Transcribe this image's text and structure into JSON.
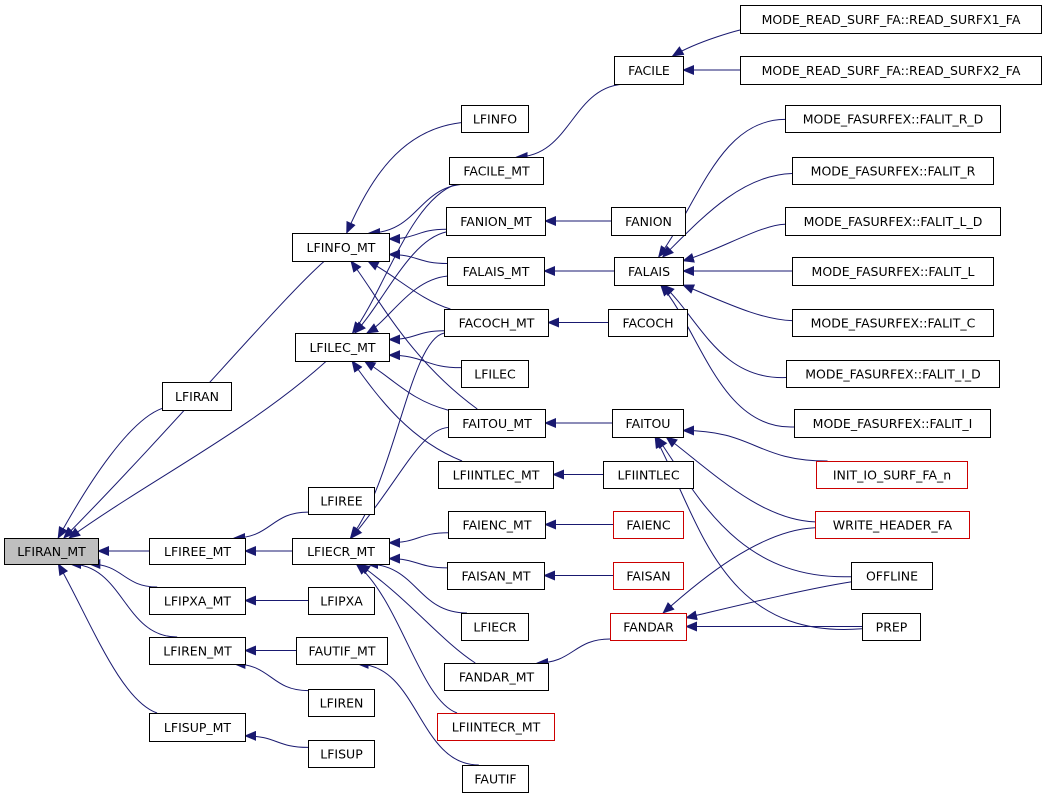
{
  "colors": {
    "edge": "#191970",
    "node_border": "#000000",
    "missing_border": "#cc0000",
    "root_fill": "#bfbfbf",
    "node_fill": "#ffffff",
    "text": "#000000"
  },
  "nodes": [
    {
      "id": "LFIRAN_MT",
      "label": "LFIRAN_MT",
      "root": true
    },
    {
      "id": "LFIRAN",
      "label": "LFIRAN"
    },
    {
      "id": "LFINFO_MT",
      "label": "LFINFO_MT"
    },
    {
      "id": "LFILEC_MT",
      "label": "LFILEC_MT"
    },
    {
      "id": "LFIREE_MT",
      "label": "LFIREE_MT"
    },
    {
      "id": "LFIPXA_MT",
      "label": "LFIPXA_MT"
    },
    {
      "id": "LFIREN_MT",
      "label": "LFIREN_MT"
    },
    {
      "id": "LFISUP_MT",
      "label": "LFISUP_MT"
    },
    {
      "id": "LFIREE",
      "label": "LFIREE"
    },
    {
      "id": "LFIECR_MT",
      "label": "LFIECR_MT"
    },
    {
      "id": "LFIPXA",
      "label": "LFIPXA"
    },
    {
      "id": "FAUTIF_MT",
      "label": "FAUTIF_MT"
    },
    {
      "id": "LFIREN",
      "label": "LFIREN"
    },
    {
      "id": "LFISUP",
      "label": "LFISUP"
    },
    {
      "id": "LFINFO",
      "label": "LFINFO"
    },
    {
      "id": "FACILE_MT",
      "label": "FACILE_MT"
    },
    {
      "id": "FANION_MT",
      "label": "FANION_MT"
    },
    {
      "id": "FALAIS_MT",
      "label": "FALAIS_MT"
    },
    {
      "id": "FACOCH_MT",
      "label": "FACOCH_MT"
    },
    {
      "id": "LFILEC",
      "label": "LFILEC"
    },
    {
      "id": "FAITOU_MT",
      "label": "FAITOU_MT"
    },
    {
      "id": "LFIINTLEC_MT",
      "label": "LFIINTLEC_MT"
    },
    {
      "id": "FAIENC_MT",
      "label": "FAIENC_MT"
    },
    {
      "id": "FAISAN_MT",
      "label": "FAISAN_MT"
    },
    {
      "id": "LFIECR",
      "label": "LFIECR"
    },
    {
      "id": "FANDAR_MT",
      "label": "FANDAR_MT"
    },
    {
      "id": "LFIINTECR_MT",
      "label": "LFIINTECR_MT",
      "missing": true
    },
    {
      "id": "FAUTIF",
      "label": "FAUTIF"
    },
    {
      "id": "FACILE",
      "label": "FACILE"
    },
    {
      "id": "FANION",
      "label": "FANION"
    },
    {
      "id": "FALAIS",
      "label": "FALAIS"
    },
    {
      "id": "FACOCH",
      "label": "FACOCH"
    },
    {
      "id": "FAITOU",
      "label": "FAITOU"
    },
    {
      "id": "LFIINTLEC",
      "label": "LFIINTLEC"
    },
    {
      "id": "FAIENC",
      "label": "FAIENC",
      "missing": true
    },
    {
      "id": "FAISAN",
      "label": "FAISAN",
      "missing": true
    },
    {
      "id": "FANDAR",
      "label": "FANDAR",
      "missing": true
    },
    {
      "id": "READ_SURFX1_FA",
      "label": "MODE_READ_SURF_FA::READ_SURFX1_FA"
    },
    {
      "id": "READ_SURFX2_FA",
      "label": "MODE_READ_SURF_FA::READ_SURFX2_FA"
    },
    {
      "id": "FALIT_R_D",
      "label": "MODE_FASURFEX::FALIT_R_D"
    },
    {
      "id": "FALIT_R",
      "label": "MODE_FASURFEX::FALIT_R"
    },
    {
      "id": "FALIT_L_D",
      "label": "MODE_FASURFEX::FALIT_L_D"
    },
    {
      "id": "FALIT_L",
      "label": "MODE_FASURFEX::FALIT_L"
    },
    {
      "id": "FALIT_C",
      "label": "MODE_FASURFEX::FALIT_C"
    },
    {
      "id": "FALIT_I_D",
      "label": "MODE_FASURFEX::FALIT_I_D"
    },
    {
      "id": "FALIT_I",
      "label": "MODE_FASURFEX::FALIT_I"
    },
    {
      "id": "INIT_IO_SURF_FA_n",
      "label": "INIT_IO_SURF_FA_n",
      "missing": true
    },
    {
      "id": "WRITE_HEADER_FA",
      "label": "WRITE_HEADER_FA",
      "missing": true
    },
    {
      "id": "OFFLINE",
      "label": "OFFLINE"
    },
    {
      "id": "PREP",
      "label": "PREP"
    }
  ],
  "edges": [
    [
      "LFIRAN",
      "LFIRAN_MT"
    ],
    [
      "LFINFO_MT",
      "LFIRAN_MT"
    ],
    [
      "LFILEC_MT",
      "LFIRAN_MT"
    ],
    [
      "LFIREE_MT",
      "LFIRAN_MT"
    ],
    [
      "LFIPXA_MT",
      "LFIRAN_MT"
    ],
    [
      "LFIREN_MT",
      "LFIRAN_MT"
    ],
    [
      "LFISUP_MT",
      "LFIRAN_MT"
    ],
    [
      "LFINFO",
      "LFINFO_MT"
    ],
    [
      "FACILE_MT",
      "LFINFO_MT"
    ],
    [
      "FANION_MT",
      "LFINFO_MT"
    ],
    [
      "FALAIS_MT",
      "LFINFO_MT"
    ],
    [
      "FACOCH_MT",
      "LFINFO_MT"
    ],
    [
      "FAITOU_MT",
      "LFINFO_MT"
    ],
    [
      "FACILE_MT",
      "LFILEC_MT"
    ],
    [
      "FANION_MT",
      "LFILEC_MT"
    ],
    [
      "FALAIS_MT",
      "LFILEC_MT"
    ],
    [
      "FACOCH_MT",
      "LFILEC_MT"
    ],
    [
      "LFILEC",
      "LFILEC_MT"
    ],
    [
      "FAITOU_MT",
      "LFILEC_MT"
    ],
    [
      "LFIINTLEC_MT",
      "LFILEC_MT"
    ],
    [
      "LFIREE",
      "LFIREE_MT"
    ],
    [
      "LFIECR_MT",
      "LFIREE_MT"
    ],
    [
      "FACOCH_MT",
      "LFIECR_MT"
    ],
    [
      "FAITOU_MT",
      "LFIECR_MT"
    ],
    [
      "FAIENC_MT",
      "LFIECR_MT"
    ],
    [
      "FAISAN_MT",
      "LFIECR_MT"
    ],
    [
      "LFIECR",
      "LFIECR_MT"
    ],
    [
      "FANDAR_MT",
      "LFIECR_MT"
    ],
    [
      "LFIINTECR_MT",
      "LFIECR_MT"
    ],
    [
      "LFIPXA",
      "LFIPXA_MT"
    ],
    [
      "FAUTIF_MT",
      "LFIREN_MT"
    ],
    [
      "LFIREN",
      "LFIREN_MT"
    ],
    [
      "LFISUP",
      "LFISUP_MT"
    ],
    [
      "FAUTIF",
      "FAUTIF_MT"
    ],
    [
      "FACILE",
      "FACILE_MT"
    ],
    [
      "FANION",
      "FANION_MT"
    ],
    [
      "FALAIS",
      "FALAIS_MT"
    ],
    [
      "FACOCH",
      "FACOCH_MT"
    ],
    [
      "FAITOU",
      "FAITOU_MT"
    ],
    [
      "LFIINTLEC",
      "LFIINTLEC_MT"
    ],
    [
      "FAIENC",
      "FAIENC_MT"
    ],
    [
      "FAISAN",
      "FAISAN_MT"
    ],
    [
      "FANDAR",
      "FANDAR_MT"
    ],
    [
      "READ_SURFX1_FA",
      "FACILE"
    ],
    [
      "READ_SURFX2_FA",
      "FACILE"
    ],
    [
      "FALIT_R_D",
      "FALAIS"
    ],
    [
      "FALIT_R",
      "FALAIS"
    ],
    [
      "FALIT_L_D",
      "FALAIS"
    ],
    [
      "FALIT_L",
      "FALAIS"
    ],
    [
      "FALIT_C",
      "FALAIS"
    ],
    [
      "FALIT_I_D",
      "FALAIS"
    ],
    [
      "FALIT_I",
      "FALAIS"
    ],
    [
      "INIT_IO_SURF_FA_n",
      "FAITOU"
    ],
    [
      "WRITE_HEADER_FA",
      "FAITOU"
    ],
    [
      "OFFLINE",
      "FAITOU"
    ],
    [
      "PREP",
      "FAITOU"
    ],
    [
      "WRITE_HEADER_FA",
      "FANDAR"
    ],
    [
      "OFFLINE",
      "FANDAR"
    ],
    [
      "PREP",
      "FANDAR"
    ]
  ]
}
